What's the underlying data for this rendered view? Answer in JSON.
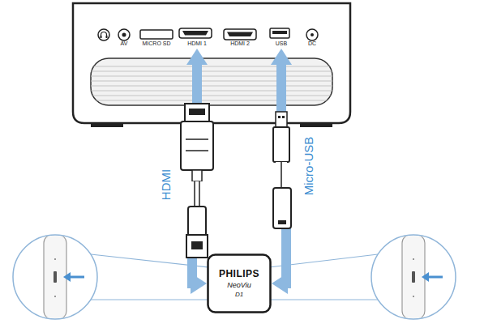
{
  "diagram": {
    "nodes": [
      {
        "text": [
          "HDMI 1"
        ]
      },
      {
        "text": [
          "USB"
        ]
      },
      {
        "text": [
          "PHILIPS",
          "NeoViu",
          "D1"
        ]
      }
    ],
    "edges": [
      {
        "from": 2,
        "to": 0,
        "arrow": "both",
        "label": "HDMI"
      },
      {
        "from": 2,
        "to": 1,
        "arrow": "both",
        "label": "Micro-USB"
      }
    ],
    "labels": [
      "AV",
      "MICRO SD",
      "HDMI 2",
      "DC"
    ]
  }
}
